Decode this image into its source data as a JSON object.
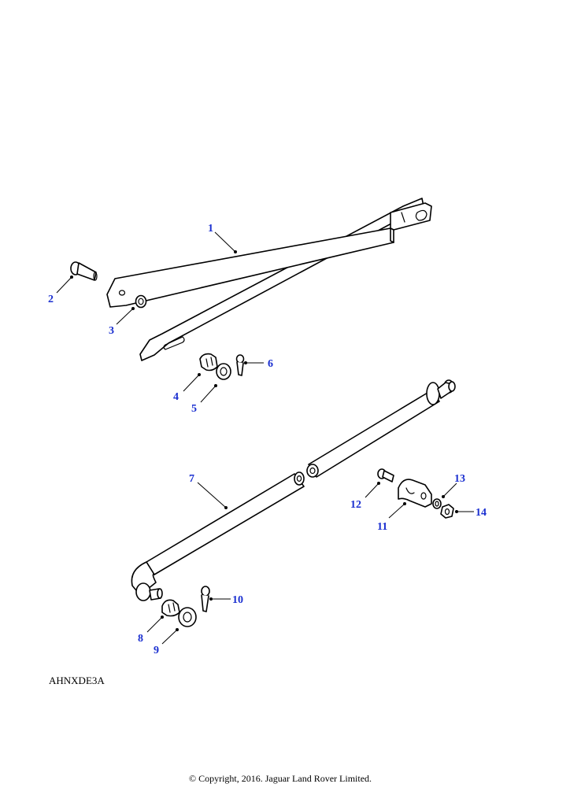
{
  "diagram": {
    "reference_code": "AHNXDE3A",
    "copyright": "© Copyright, 2016. Jaguar Land Rover Limited.",
    "callouts": [
      {
        "key": "1",
        "label": "1"
      },
      {
        "key": "2",
        "label": "2"
      },
      {
        "key": "3",
        "label": "3"
      },
      {
        "key": "4",
        "label": "4"
      },
      {
        "key": "5",
        "label": "5"
      },
      {
        "key": "6",
        "label": "6"
      },
      {
        "key": "7",
        "label": "7"
      },
      {
        "key": "8",
        "label": "8"
      },
      {
        "key": "9",
        "label": "9"
      },
      {
        "key": "10",
        "label": "10"
      },
      {
        "key": "11",
        "label": "11"
      },
      {
        "key": "12",
        "label": "12"
      },
      {
        "key": "13",
        "label": "13"
      },
      {
        "key": "14",
        "label": "14"
      }
    ],
    "colors": {
      "callout": "#1a2fd0",
      "line": "#000000",
      "background": "#ffffff"
    }
  }
}
